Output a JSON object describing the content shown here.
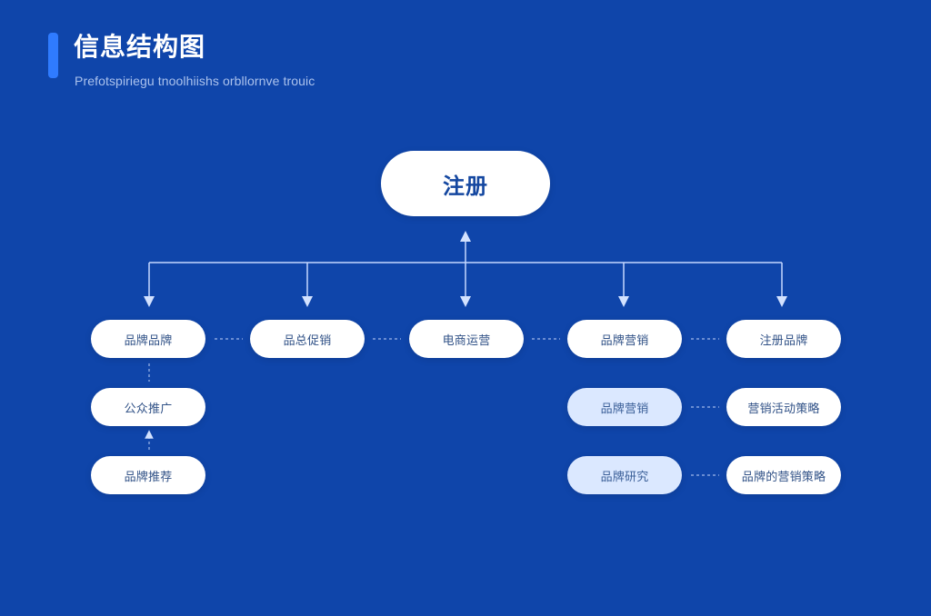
{
  "header": {
    "title": "信息结构图",
    "subtitle": "Prefotspiriegu tnoolhiishs orbllornve trouic",
    "accent_color": "#2f7bff"
  },
  "diagram": {
    "background_color": "#0f45aa",
    "root": {
      "label": "注册"
    },
    "nodes": [
      {
        "label": "品牌品牌"
      },
      {
        "label": "品总促销"
      },
      {
        "label": "电商运营"
      },
      {
        "label": "品牌营销"
      },
      {
        "label": "注册品牌"
      },
      {
        "label": "公众推广"
      },
      {
        "label": "品牌营销"
      },
      {
        "label": "营销活动策略"
      },
      {
        "label": "品牌推荐"
      },
      {
        "label": "品牌研究"
      },
      {
        "label": "品牌的营销策略"
      }
    ]
  }
}
